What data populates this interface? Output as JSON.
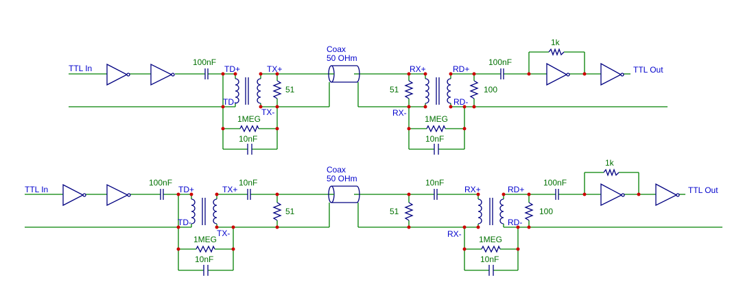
{
  "top": {
    "ttl_in": "TTL In",
    "cap_in": "100nF",
    "td_plus": "TD+",
    "td_minus": "TD-",
    "tx_plus": "TX+",
    "tx_minus": "TX-",
    "r_tx": "51",
    "coax": "Coax",
    "coax_z": "50 OHm",
    "rx_plus": "RX+",
    "rx_minus": "RX-",
    "r_rx": "51",
    "rd_plus": "RD+",
    "rd_minus": "RD-",
    "r_rd": "100",
    "cap_out": "100nF",
    "r_fb": "1k",
    "ttl_out": "TTL Out",
    "r_gnd_left": "1MEG",
    "c_gnd_left": "10nF",
    "r_gnd_right": "1MEG",
    "c_gnd_right": "10nF"
  },
  "bottom": {
    "ttl_in": "TTL In",
    "cap_in": "100nF",
    "td_plus": "TD+",
    "td_minus": "TD-",
    "tx_plus": "TX+",
    "tx_minus": "TX-",
    "cap_tx": "10nF",
    "r_tx": "51",
    "coax": "Coax",
    "coax_z": "50 OHm",
    "cap_rx": "10nF",
    "r_rx": "51",
    "rx_plus": "RX+",
    "rx_minus": "RX-",
    "rd_plus": "RD+",
    "rd_minus": "RD-",
    "r_rd": "100",
    "cap_out": "100nF",
    "r_fb": "1k",
    "ttl_out": "TTL Out",
    "r_gnd_left": "1MEG",
    "c_gnd_left": "10nF",
    "r_gnd_right": "1MEG",
    "c_gnd_right": "10nF"
  }
}
